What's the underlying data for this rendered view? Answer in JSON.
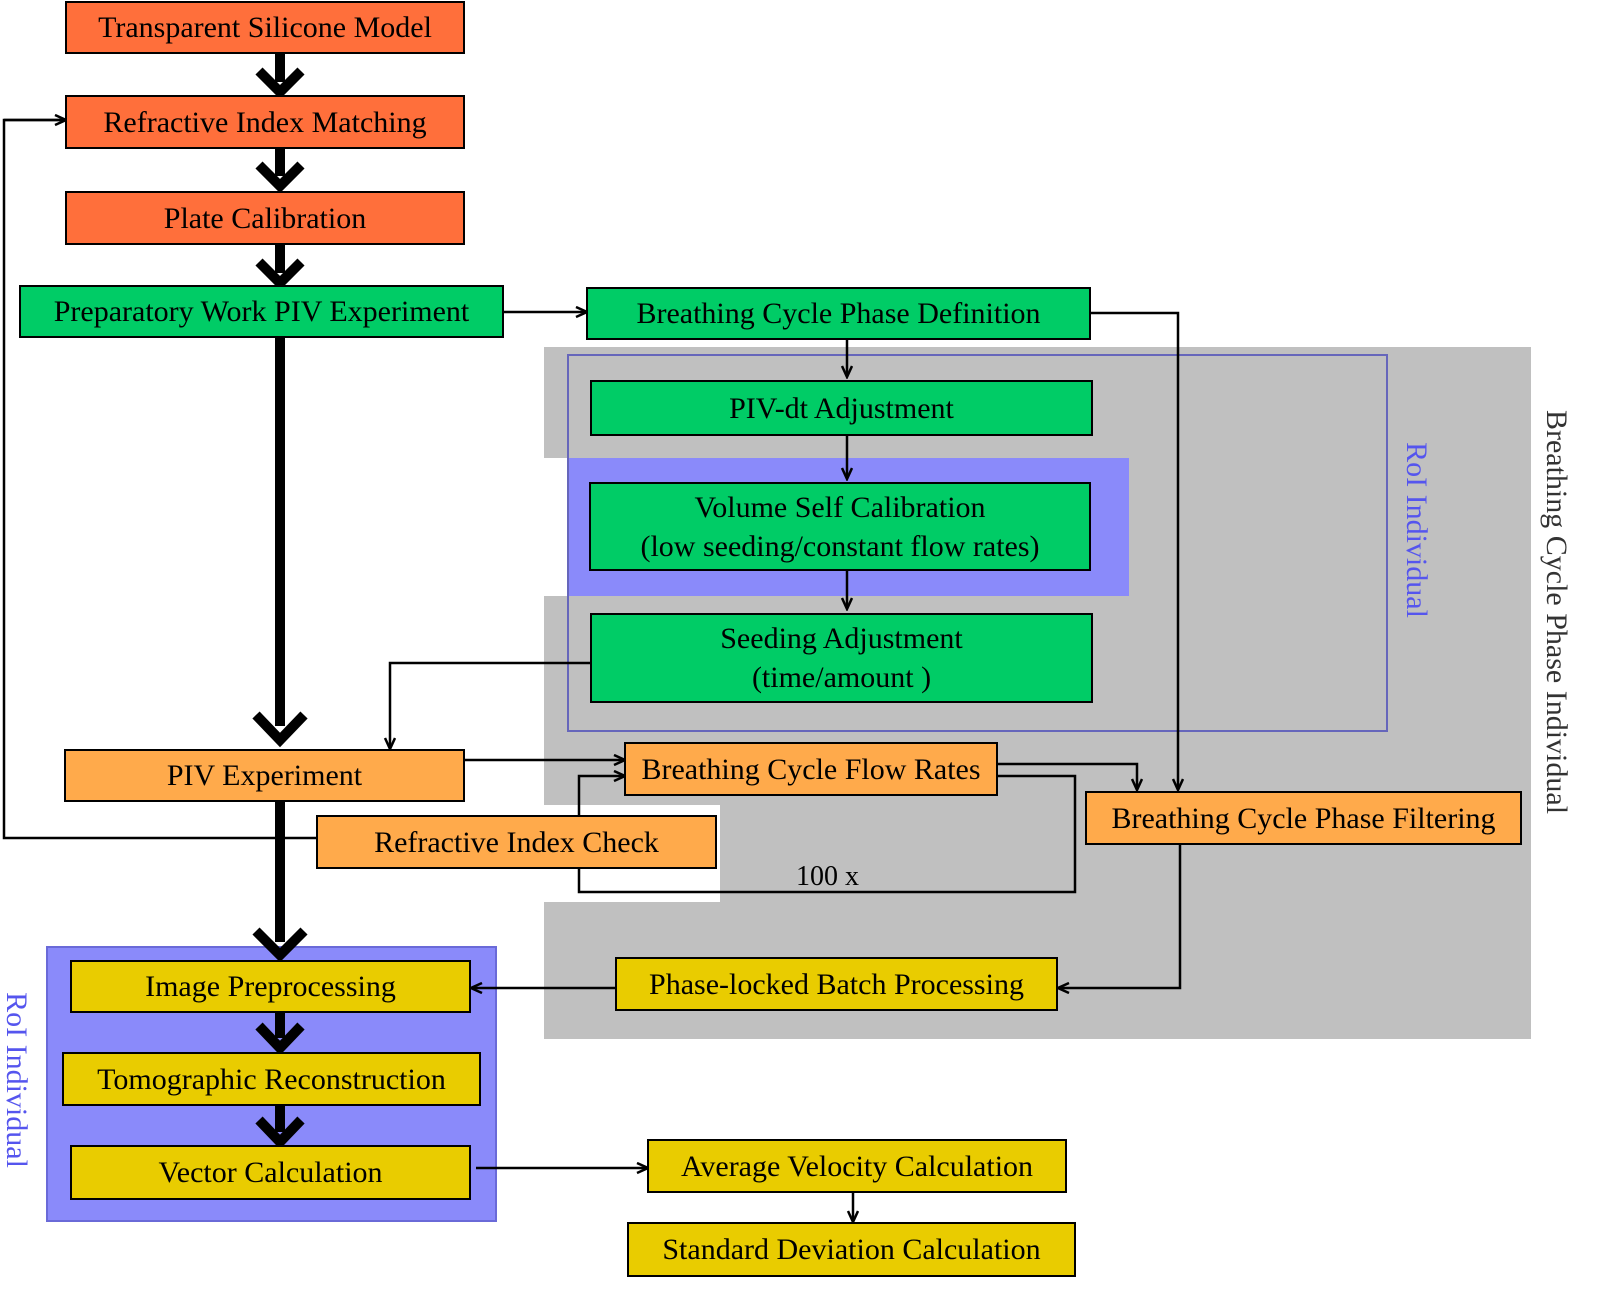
{
  "boxes": {
    "transparent_model": "Transparent Silicone Model",
    "ri_matching": "Refractive Index Matching",
    "plate_calibration": "Plate Calibration",
    "preparatory": "Preparatory Work PIV Experiment",
    "phase_definition": "Breathing Cycle Phase Definition",
    "piv_dt": "PIV-dt Adjustment",
    "vsc_line1": "Volume Self Calibration",
    "vsc_line2": "(low seeding/constant flow rates)",
    "seeding_line1": "Seeding Adjustment",
    "seeding_line2": "(time/amount )",
    "piv_experiment": "PIV Experiment",
    "flow_rates": "Breathing Cycle Flow Rates",
    "ri_check": "Refractive Index Check",
    "phase_filtering": "Breathing Cycle Phase Filtering",
    "batch_processing": "Phase-locked Batch Processing",
    "image_preprocessing": "Image Preprocessing",
    "tomographic": "Tomographic Reconstruction",
    "vector_calc": "Vector Calculation",
    "avg_velocity": "Average Velocity Calculation",
    "std_dev": "Standard Deviation Calculation"
  },
  "labels": {
    "loop_count": "100 x",
    "roi_individual_right": "RoI Individual",
    "roi_individual_left": "RoI Individual",
    "phase_individual": "Breathing Cycle Phase Individual"
  },
  "colors": {
    "orange": "#ff6f3b",
    "green": "#00cc66",
    "light_orange": "#ffaa4b",
    "yellow": "#e9cc00",
    "gray_region": "#c0c0c0",
    "violet_region": "#8a8afa",
    "roi_text": "#5555ee"
  }
}
